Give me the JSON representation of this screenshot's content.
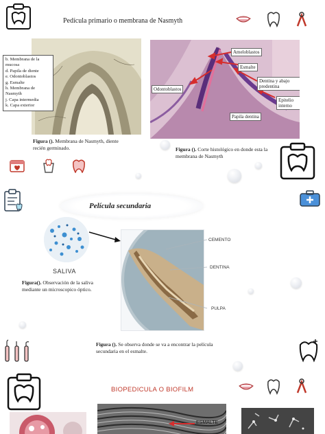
{
  "section1": {
    "title": "Pedícula primario o membrana de Nasmyth",
    "legend": [
      "b. Membrana de la mucosa",
      "d. Papila de diente",
      "e. Odontoblastos",
      "g. Esmalte",
      "h. Membrana de Nasmyth",
      "j. Capa intermedia",
      "k. Capa exterior"
    ],
    "caption_left_bold": "Figura ().",
    "caption_left_text": " Membrana de Nasmyth, diente recién germinado.",
    "caption_right_bold": "Figura ().",
    "caption_right_text": " Corte histológico en donde esta la membrana de Nasmyth",
    "labels": {
      "ameloblastos": "Ameloblastos",
      "esmalte": "Esmalte",
      "odontoblastos": "Odontoblastos",
      "dentina": "Dentina y abajo predentina",
      "epitelio": "Epitelio interno",
      "papila": "Papila dentina"
    }
  },
  "section2": {
    "title": "Película secundaria",
    "saliva": "SALIVA",
    "caption_saliva_bold": "Figura().",
    "caption_saliva_text": " Observación de la saliva mediante un microscopico óptico.",
    "cemento": "CEMENTO",
    "dentina": "DENTINA",
    "pulpa": "PULPA",
    "caption_tooth_bold": "Figura ().",
    "caption_tooth_text": " Se observa donde se va a encontrar la película secundaria en el esmalte."
  },
  "section3": {
    "title": "BIOPEDICULA O BIOFILM",
    "esmalte": "ESMALTE"
  },
  "colors": {
    "red_title": "#c0392b",
    "arrow": "#d62d2d"
  }
}
